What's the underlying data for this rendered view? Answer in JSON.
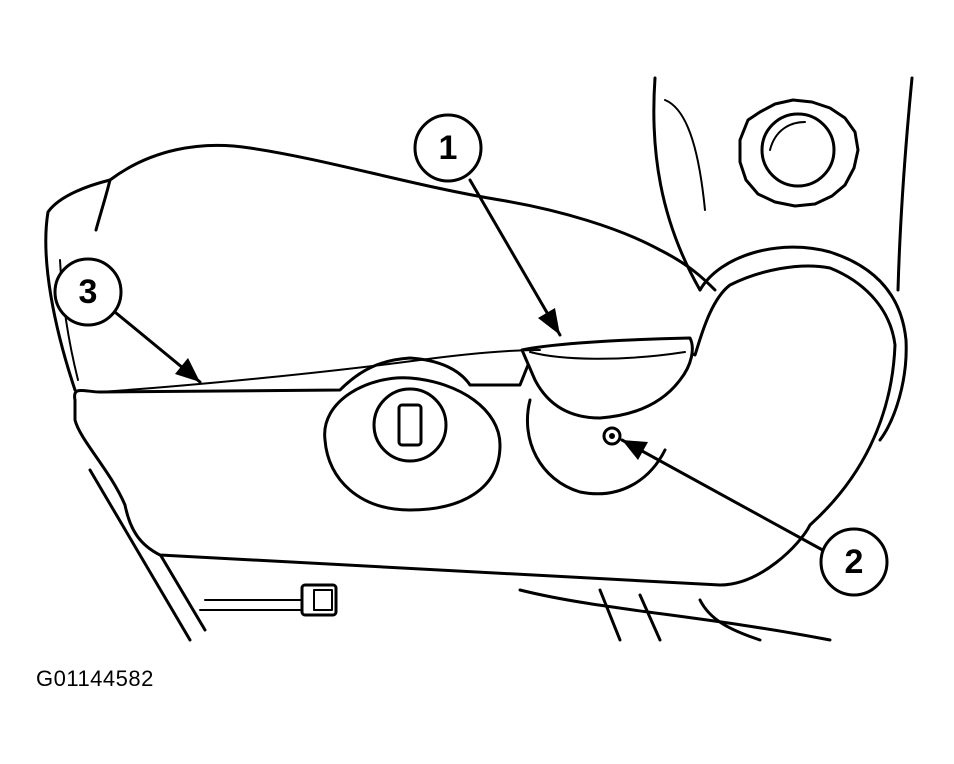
{
  "figure": {
    "callouts": [
      {
        "label": "1",
        "part": "lever"
      },
      {
        "label": "2",
        "part": "screw"
      },
      {
        "label": "3",
        "part": "trim-panel"
      }
    ],
    "figure_id": "G01144582"
  },
  "colors": {
    "line": "#000000",
    "background": "#ffffff"
  }
}
